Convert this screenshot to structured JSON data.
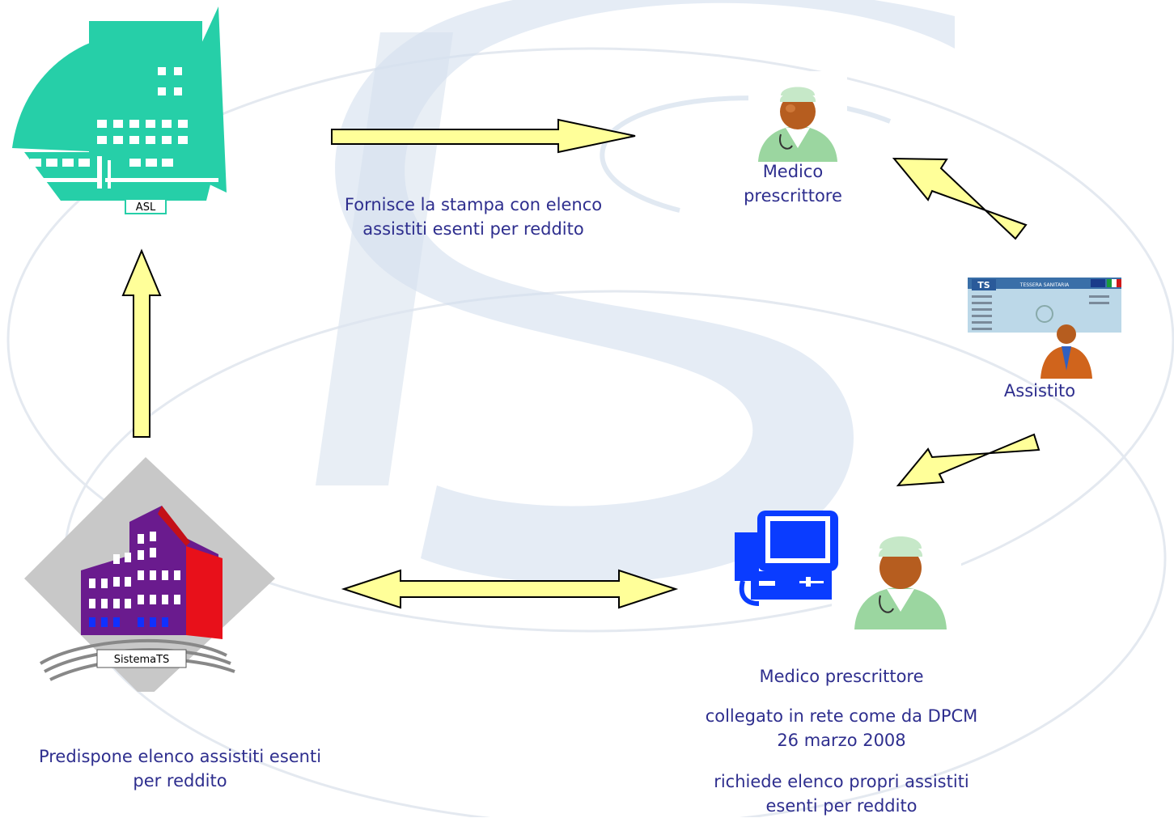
{
  "nodes": {
    "asl": {
      "logo_text": "ASL"
    },
    "sistema_ts": {
      "logo_text": "SistemaTS"
    },
    "medico_top": {
      "line1": "Medico",
      "line2": "prescrittore"
    },
    "assistito": {
      "label": "Assistito",
      "card_title": "TESSERA SANITARIA",
      "card_logo": "TS"
    },
    "medico_bottom": {
      "title": "Medico prescrittore",
      "line1": "collegato in rete come da DPCM",
      "line2": "26 marzo 2008",
      "line3": "richiede elenco propri assistiti",
      "line4": "esenti per reddito"
    }
  },
  "edges": {
    "asl_to_medico": {
      "line1": "Fornisce la stampa con elenco",
      "line2": "assistiti esenti per reddito"
    },
    "sistema_ts": {
      "line1": "Predispone elenco assistiti esenti",
      "line2": "per reddito"
    }
  },
  "colors": {
    "text": "#2e2e8e",
    "arrow_fill": "#ffff99",
    "arrow_stroke": "#000000",
    "asl_teal": "#26cfa8",
    "building_purple": "#6a1b8e",
    "building_red": "#e8101a",
    "computer_blue": "#0a3cff",
    "watermark": "#c9d6e8"
  }
}
